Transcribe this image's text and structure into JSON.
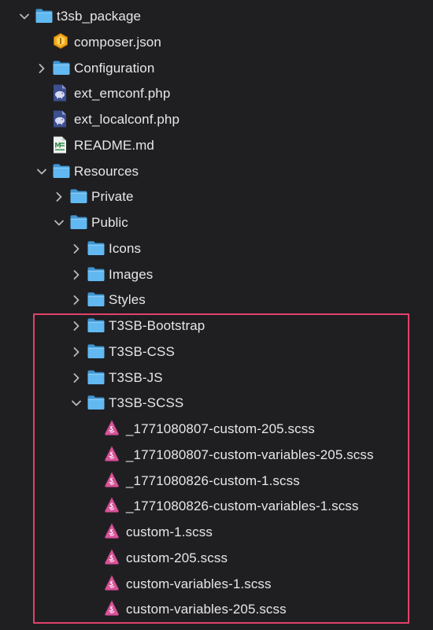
{
  "tree": [
    {
      "label": "t3sb_package",
      "type": "folder",
      "depth": 0,
      "expanded": true,
      "icon": "folder-icon"
    },
    {
      "label": "composer.json",
      "type": "file",
      "depth": 1,
      "icon": "composer-json-icon"
    },
    {
      "label": "Configuration",
      "type": "folder",
      "depth": 1,
      "expanded": false,
      "icon": "folder-icon"
    },
    {
      "label": "ext_emconf.php",
      "type": "file",
      "depth": 1,
      "icon": "php-file-icon"
    },
    {
      "label": "ext_localconf.php",
      "type": "file",
      "depth": 1,
      "icon": "php-file-icon"
    },
    {
      "label": "README.md",
      "type": "file",
      "depth": 1,
      "icon": "markdown-file-icon"
    },
    {
      "label": "Resources",
      "type": "folder",
      "depth": 1,
      "expanded": true,
      "icon": "folder-icon"
    },
    {
      "label": "Private",
      "type": "folder",
      "depth": 2,
      "expanded": false,
      "icon": "folder-icon"
    },
    {
      "label": "Public",
      "type": "folder",
      "depth": 2,
      "expanded": true,
      "icon": "folder-icon"
    },
    {
      "label": "Icons",
      "type": "folder",
      "depth": 3,
      "expanded": false,
      "icon": "folder-icon"
    },
    {
      "label": "Images",
      "type": "folder",
      "depth": 3,
      "expanded": false,
      "icon": "folder-icon"
    },
    {
      "label": "Styles",
      "type": "folder",
      "depth": 3,
      "expanded": false,
      "icon": "folder-icon"
    },
    {
      "label": "T3SB-Bootstrap",
      "type": "folder",
      "depth": 3,
      "expanded": false,
      "icon": "folder-icon"
    },
    {
      "label": "T3SB-CSS",
      "type": "folder",
      "depth": 3,
      "expanded": false,
      "icon": "folder-icon"
    },
    {
      "label": "T3SB-JS",
      "type": "folder",
      "depth": 3,
      "expanded": false,
      "icon": "folder-icon"
    },
    {
      "label": "T3SB-SCSS",
      "type": "folder",
      "depth": 3,
      "expanded": true,
      "icon": "folder-icon"
    },
    {
      "label": "_1771080807-custom-205.scss",
      "type": "file",
      "depth": 4,
      "icon": "scss-file-icon"
    },
    {
      "label": "_1771080807-custom-variables-205.scss",
      "type": "file",
      "depth": 4,
      "icon": "scss-file-icon"
    },
    {
      "label": "_1771080826-custom-1.scss",
      "type": "file",
      "depth": 4,
      "icon": "scss-file-icon"
    },
    {
      "label": "_1771080826-custom-variables-1.scss",
      "type": "file",
      "depth": 4,
      "icon": "scss-file-icon"
    },
    {
      "label": "custom-1.scss",
      "type": "file",
      "depth": 4,
      "icon": "scss-file-icon"
    },
    {
      "label": "custom-205.scss",
      "type": "file",
      "depth": 4,
      "icon": "scss-file-icon"
    },
    {
      "label": "custom-variables-1.scss",
      "type": "file",
      "depth": 4,
      "icon": "scss-file-icon"
    },
    {
      "label": "custom-variables-205.scss",
      "type": "file",
      "depth": 4,
      "icon": "scss-file-icon"
    }
  ],
  "colors": {
    "background": "#1f1f22",
    "text": "#e7e7ea",
    "folder": "#5ab4f0",
    "highlight": "#e2416a"
  }
}
